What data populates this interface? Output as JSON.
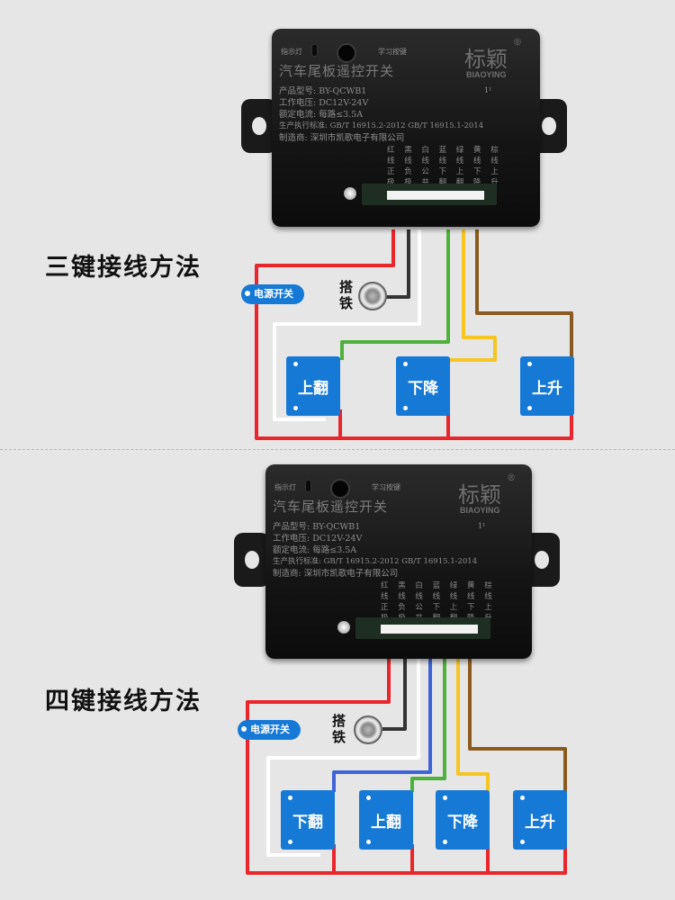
{
  "panels": [
    {
      "heading": "三键接线方法",
      "device": {
        "led_label": "指示灯",
        "learn_label": "学习按键",
        "title": "汽车尾板遥控开关",
        "brand_cn": "标颖",
        "brand_en": "BIAOYING",
        "registered": "®",
        "mark": "1¹",
        "spec_lines": [
          "产品型号: BY-QCWB1",
          "工作电压: DC12V-24V",
          "额定电流: 每路≤3.5A",
          "生产执行标准: GB/T 16915.2-2012   GB/T 16915.1-2014",
          "制造商: 深圳市凯歌电子有限公司"
        ],
        "wire_table": [
          "红 黑 白 蓝 绿 黄 棕",
          "线 线 线 线 线 线 线",
          "正 负 公 下 上 下 上",
          "极 极 共 翻 翻 降 升"
        ]
      },
      "power_switch": "电源开关",
      "ground": "搭铁",
      "switches": [
        "上翻",
        "下降",
        "上升"
      ]
    },
    {
      "heading": "四键接线方法",
      "device": {
        "led_label": "指示灯",
        "learn_label": "学习按键",
        "title": "汽车尾板遥控开关",
        "brand_cn": "标颖",
        "brand_en": "BIAOYING",
        "registered": "®",
        "mark": "1¹",
        "spec_lines": [
          "产品型号: BY-QCWB1",
          "工作电压: DC12V-24V",
          "额定电流: 每路≤3.5A",
          "生产执行标准: GB/T 16915.2-2012   GB/T 16915.1-2014",
          "制造商: 深圳市凯歌电子有限公司"
        ],
        "wire_table": [
          "红 黑 白 蓝 绿 黄 棕",
          "线 线 线 线 线 线 线",
          "正 负 公 下 上 下 上",
          "极 极 共 翻 翻 降 升"
        ]
      },
      "power_switch": "电源开关",
      "ground": "搭铁",
      "switches": [
        "下翻",
        "上翻",
        "下降",
        "上升"
      ]
    }
  ],
  "colors": {
    "red": "#e8262b",
    "black": "#333333",
    "white": "#ffffff",
    "blue": "#3f63d8",
    "green": "#4db13c",
    "yellow": "#f5c521",
    "brown": "#8a5a1e",
    "switch_blue": "#1679d6"
  }
}
